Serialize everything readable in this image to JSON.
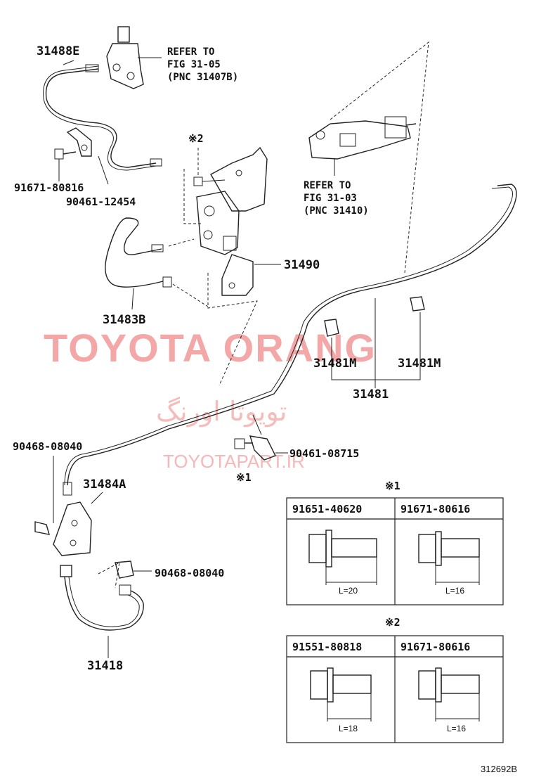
{
  "labels": {
    "p31488E": "31488E",
    "p91671_80816": "91671-80816",
    "p90461_12454": "90461-12454",
    "p31483B": "31483B",
    "p31490": "31490",
    "p31481M_left": "31481M",
    "p31481M_right": "31481M",
    "p31481": "31481",
    "p90468_08040_top": "90468-08040",
    "p31484A": "31484A",
    "p90461_08715": "90461-08715",
    "p90468_08040_bottom": "90468-08040",
    "p31418": "31418",
    "mark1_bolt": "※1",
    "mark2_bolt": "※2"
  },
  "refer_top": {
    "line1": "REFER TO",
    "line2": "FIG 31-05",
    "line3": "(PNC 31407B)"
  },
  "refer_right": {
    "line1": "REFER TO",
    "line2": "FIG 31-03",
    "line3": "(PNC 31410)"
  },
  "table1": {
    "mark": "※1",
    "col1": "91651-40620",
    "col2": "91671-80616",
    "dim1": "L=20",
    "dim2": "L=16"
  },
  "table2": {
    "mark": "※2",
    "col1": "91551-80818",
    "col2": "91671-80616",
    "dim1": "L=18",
    "dim2": "L=16"
  },
  "watermark": {
    "brand": "TOYOTA ORANG",
    "arabic": "تویوتا اورنگ",
    "url": "TOYOTAPART.IR",
    "color": "#f08a8a"
  },
  "figure_number": "312692B"
}
